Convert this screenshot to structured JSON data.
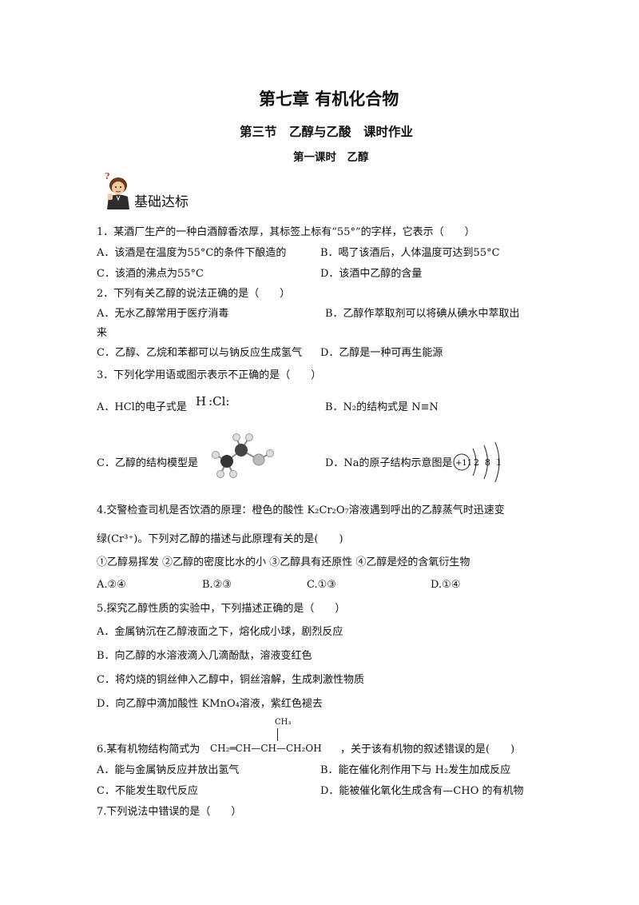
{
  "header": {
    "chapter_title": "第七章 有机化合物",
    "section_title": "第三节　乙醇与乙酸　课时作业",
    "lesson_title": "第一课时　乙醇"
  },
  "section_label": "基础达标",
  "questions": {
    "q1": {
      "stem": "1．某酒厂生产的一种白酒醇香浓厚，其标签上标有“55°”的字样，它表示（　　）",
      "a": "A．该酒是在温度为55°C的条件下酿造的",
      "b": "B．喝了该酒后，人体温度可达到55°C",
      "c": "C．该酒的沸点为55°C",
      "d": "D．该酒中乙醇的含量"
    },
    "q2": {
      "stem": "2．下列有关乙醇的说法正确的是（　　）",
      "a": "A．无水乙醇常用于医疗消毒",
      "b_line1": "B．乙醇作萃取剂可以将碘从碘水中萃取出",
      "b_line2": "来",
      "c": "C．乙醇、乙烷和苯都可以与钠反应生成氢气",
      "d": "D．乙醇是一种可再生能源"
    },
    "q3": {
      "stem": "3．下列化学用语或图示表示不正确的是（　　）",
      "a_text": "A．HCl的电子式是",
      "a_formula_h": "H",
      "a_formula_cl": ":Cl:",
      "b_text": "B．N₂的结构式是 N≡N",
      "c_text": "C．乙醇的结构模型是",
      "d_text": "D．Na的原子结构示意图是",
      "na_nucleus": "+11",
      "na_shells": [
        "2",
        "8",
        "1"
      ]
    },
    "q4": {
      "stem_line1": "4.交警检查司机是否饮酒的原理：橙色的酸性 K₂Cr₂O₇溶液遇到呼出的乙醇蒸气时迅速变",
      "stem_line2": "绿(Cr³⁺)。下列对乙醇的描述与此原理有关的是(　　)",
      "statements": "①乙醇易挥发 ②乙醇的密度比水的小 ③乙醇具有还原性 ④乙醇是烃的含氧衍生物",
      "a": "A.②④",
      "b": "B.②③",
      "c": "C.①③",
      "d": "D.①④"
    },
    "q5": {
      "stem": "5.探究乙醇性质的实验中，下列描述正确的是（　　）",
      "a": "A．金属钠沉在乙醇液面之下，熔化成小球，剧烈反应",
      "b": "B．向乙醇的水溶液滴入几滴酚酞，溶液变红色",
      "c": "C．将灼烧的铜丝伸入乙醇中，铜丝溶解，生成刺激性物质",
      "d": "D．向乙醇中滴加酸性 KMnO₄溶液，紫红色褪去"
    },
    "q6": {
      "stem_prefix": "6.某有机物结构简式为",
      "struct_main": "CH₂═CH—CH—CH₂OH",
      "struct_branch": "CH₃",
      "stem_suffix": "，关于该有机物的叙述错误的是(　　)",
      "a": "A．能与金属钠反应并放出氢气",
      "b": "B．能在催化剂作用下与 H₂发生加成反应",
      "c": "C．不能发生取代反应",
      "d": "D．能被催化氧化生成含有—CHO 的有机物"
    },
    "q7": {
      "stem": "7.下列说法中错误的是（　　）"
    }
  }
}
